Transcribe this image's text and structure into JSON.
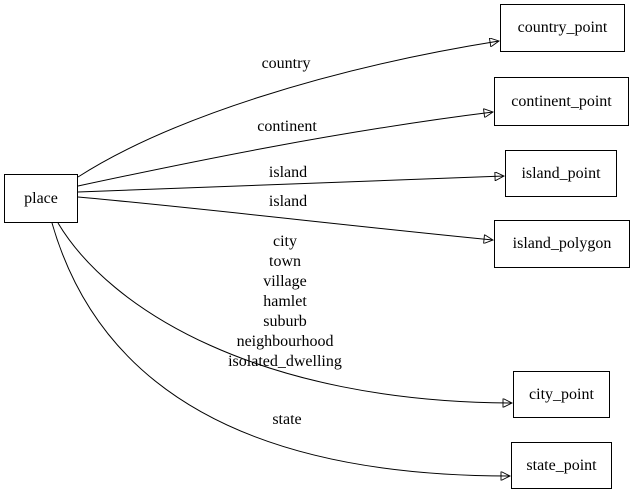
{
  "diagram": {
    "background_color": "#ffffff",
    "edge_color": "#000000",
    "node_fill": "#ffffff",
    "node_border_color": "#000000",
    "text_color": "#000000",
    "nodes": [
      {
        "id": "place",
        "label": "place"
      },
      {
        "id": "country_point",
        "label": "country_point"
      },
      {
        "id": "continent_point",
        "label": "continent_point"
      },
      {
        "id": "island_point",
        "label": "island_point"
      },
      {
        "id": "island_polygon",
        "label": "island_polygon"
      },
      {
        "id": "city_point",
        "label": "city_point"
      },
      {
        "id": "state_point",
        "label": "state_point"
      }
    ],
    "edges": [
      {
        "from": "place",
        "to": "country_point",
        "label": "country"
      },
      {
        "from": "place",
        "to": "continent_point",
        "label": "continent"
      },
      {
        "from": "place",
        "to": "island_point",
        "label": "island"
      },
      {
        "from": "place",
        "to": "island_polygon",
        "label": "island"
      },
      {
        "from": "place",
        "to": "city_point",
        "label_lines": [
          "city",
          "town",
          "village",
          "hamlet",
          "suburb",
          "neighbourhood",
          "isolated_dwelling"
        ]
      },
      {
        "from": "place",
        "to": "state_point",
        "label": "state"
      }
    ]
  }
}
